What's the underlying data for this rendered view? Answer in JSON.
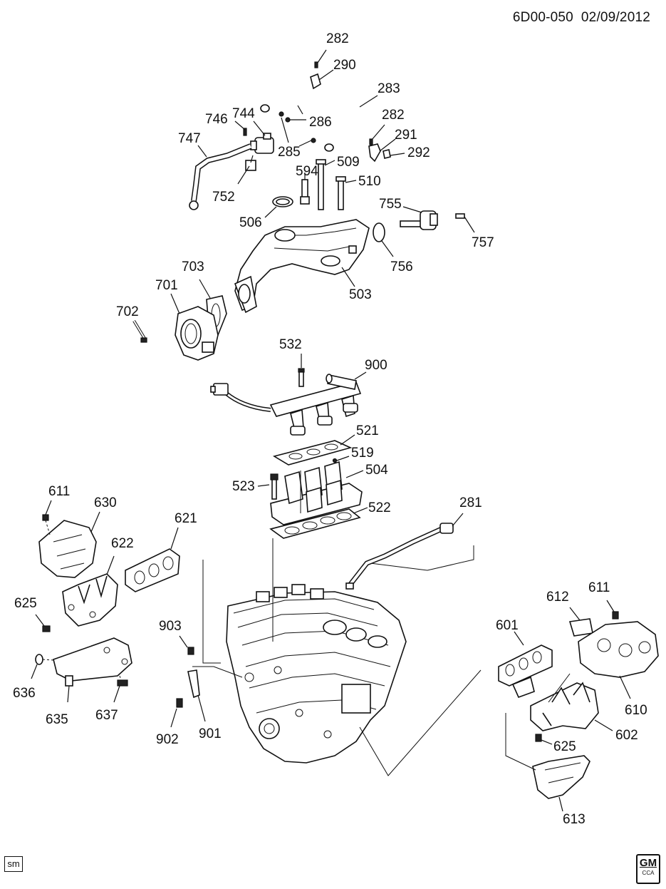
{
  "header": {
    "diagram_id": "6D00-050",
    "date": "02/09/2012"
  },
  "footer": {
    "sm_tag": "sm",
    "logo_text": "GM",
    "logo_sub": "CCA"
  },
  "callouts": {
    "c282a": "282",
    "c290": "290",
    "c283": "283",
    "c282b": "282",
    "c746": "746",
    "c744": "744",
    "c286": "286",
    "c747": "747",
    "c285": "285",
    "c291": "291",
    "c292": "292",
    "c594": "594",
    "c509": "509",
    "c510": "510",
    "c752": "752",
    "c755": "755",
    "c506": "506",
    "c757": "757",
    "c756": "756",
    "c703": "703",
    "c701": "701",
    "c503": "503",
    "c702": "702",
    "c532": "532",
    "c900": "900",
    "c521": "521",
    "c519": "519",
    "c504": "504",
    "c523": "523",
    "c611a": "611",
    "c630": "630",
    "c522": "522",
    "c281": "281",
    "c621": "621",
    "c622": "622",
    "c625a": "625",
    "c612": "612",
    "c611b": "611",
    "c903": "903",
    "c601": "601",
    "c636": "636",
    "c635": "635",
    "c637": "637",
    "c610": "610",
    "c902": "902",
    "c901": "901",
    "c602": "602",
    "c625b": "625",
    "c613": "613"
  }
}
